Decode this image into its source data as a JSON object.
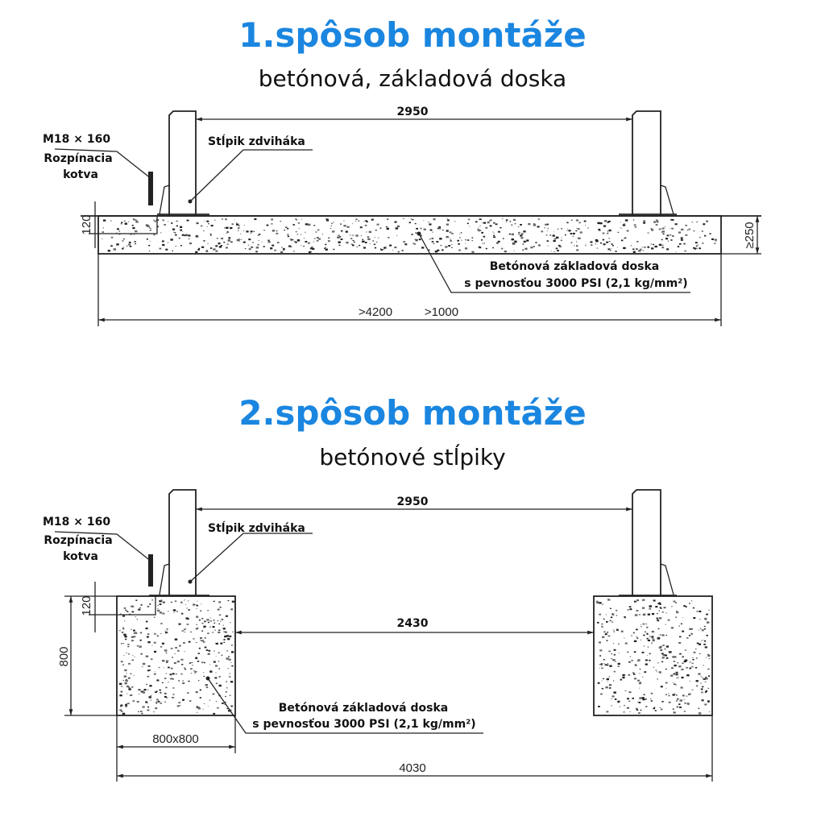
{
  "colors": {
    "title": "#1a86e0",
    "line": "#222222"
  },
  "method1": {
    "title": "1.spôsob montáže",
    "subtitle": "betónová, základová doska",
    "dim_posts": "2950",
    "post_label": "Stĺpik zdviháka",
    "anchor_size": "M18 × 160",
    "anchor_name_1": "Rozpínacia",
    "anchor_name_2": "kotva",
    "dim_notch": "120",
    "dim_thickness": "≥250",
    "concrete_label_1": "Betónová základová doska",
    "concrete_label_2": "s pevnosťou 3000 PSI (2,1 kg/mm²)",
    "dim_length": ">4200",
    "dim_width": ">1000"
  },
  "method2": {
    "title": "2.spôsob montáže",
    "subtitle": "betónové stĺpiky",
    "dim_posts": "2950",
    "post_label": "Stĺpik zdviháka",
    "anchor_size": "M18 × 160",
    "anchor_name_1": "Rozpínacia",
    "anchor_name_2": "kotva",
    "dim_notch": "120",
    "dim_depth": "800",
    "dim_gap": "2430",
    "concrete_label_1": "Betónová základová doska",
    "concrete_label_2": "s pevnosťou 3000 PSI (2,1 kg/mm²)",
    "dim_block": "800x800",
    "dim_total": "4030"
  }
}
